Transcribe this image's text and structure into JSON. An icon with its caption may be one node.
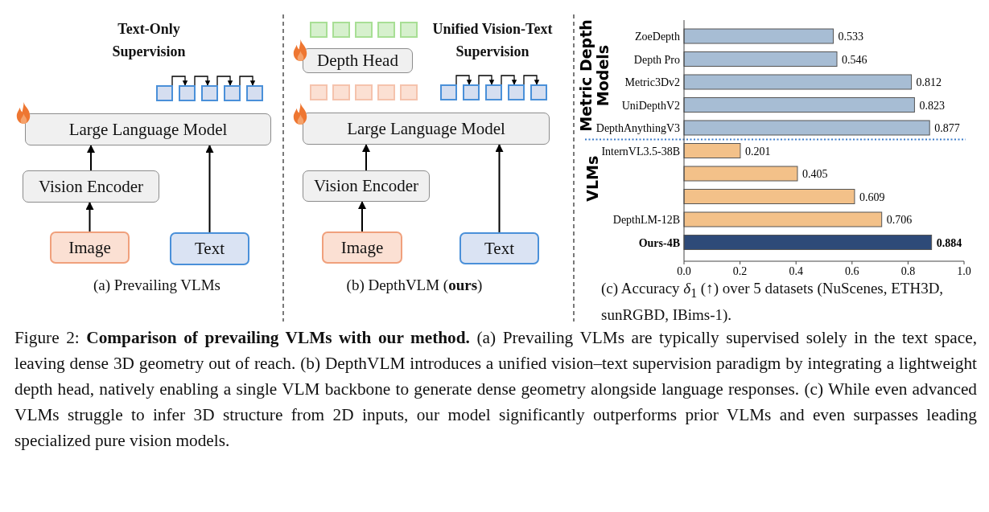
{
  "diagram": {
    "caption": "Figure 2: **Comparison of prevailing VLMs with our method.** (a) Prevailing VLMs are typically supervised solely in the text space, leaving dense 3D geometry out of reach. (b) DepthVLM introduces a unified vision–text supervision paradigm by integrating a lightweight depth head, natively enabling a single VLM backbone to generate dense geometry alongside language responses. (c) While even advanced VLMs struggle to infer 3D structure from 2D inputs, our model significantly outperforms prior VLMs and even surpasses leading specialized pure vision models.",
    "nodes": [
      {
        "text": [
          "Large Language Model"
        ]
      },
      {
        "text": [
          "Vision Encoder"
        ]
      },
      {
        "text": [
          "Image"
        ]
      },
      {
        "text": [
          "Text"
        ]
      },
      {
        "text": [],
        "shape": "box"
      },
      {
        "text": [],
        "shape": "box"
      },
      {
        "text": [],
        "shape": "box"
      },
      {
        "text": [],
        "shape": "box"
      },
      {
        "text": [],
        "shape": "box"
      },
      {
        "text": [],
        "shape": "box"
      },
      {
        "text": [],
        "shape": "box"
      },
      {
        "text": [],
        "shape": "box"
      },
      {
        "text": [],
        "shape": "box"
      },
      {
        "text": [],
        "shape": "box"
      },
      {
        "text": [
          "Depth Head"
        ]
      },
      {
        "text": [],
        "shape": "box"
      },
      {
        "text": [],
        "shape": "box"
      },
      {
        "text": [],
        "shape": "box"
      },
      {
        "text": [],
        "shape": "box"
      },
      {
        "text": [],
        "shape": "box"
      },
      {
        "text": [],
        "shape": "box"
      },
      {
        "text": [],
        "shape": "box"
      },
      {
        "text": [],
        "shape": "box"
      },
      {
        "text": [],
        "shape": "box"
      },
      {
        "text": [],
        "shape": "box"
      },
      {
        "text": [
          "Large Language Model"
        ]
      },
      {
        "text": [
          "Vision Encoder"
        ]
      },
      {
        "text": [
          "Image"
        ]
      },
      {
        "text": [
          "Text"
        ]
      }
    ],
    "edges": [
      {
        "from": 2,
        "to": 1,
        "arrow": "to"
      },
      {
        "from": 1,
        "to": 0,
        "arrow": "to"
      },
      {
        "from": 3,
        "to": 0,
        "arrow": "to"
      },
      {
        "from": 4,
        "to": 5,
        "arrow": "to"
      },
      {
        "from": 5,
        "to": 6,
        "arrow": "to"
      },
      {
        "from": 6,
        "to": 7,
        "arrow": "to"
      },
      {
        "from": 7,
        "to": 8,
        "arrow": "to"
      },
      {
        "from": 27,
        "to": 26,
        "arrow": "to"
      },
      {
        "from": 26,
        "to": 25,
        "arrow": "to"
      },
      {
        "from": 28,
        "to": 25,
        "arrow": "to"
      },
      {
        "from": 20,
        "to": 21,
        "arrow": "to"
      },
      {
        "from": 21,
        "to": 22,
        "arrow": "to"
      },
      {
        "from": 22,
        "to": 23,
        "arrow": "to"
      },
      {
        "from": 23,
        "to": 24,
        "arrow": "to"
      }
    ],
    "labels": [
      "Text-Only Supervision",
      "Unified Vision-Text Supervision",
      "(a) Prevailing VLMs",
      "(b) DepthVLM (**ours**)",
      "(c) Accuracy *δ*$_{1}$ (↑) over 5 datasets (NuScenes, ETH3D, sunRGBD, IBims-1).",
      "Metric Depth Models",
      "VLMs"
    ],
    "chart_data": {
      "type": "bar",
      "orientation": "horizontal",
      "stacked": true,
      "data_labels": true,
      "categories": [
        "ZoeDepth",
        "Depth Pro",
        "Metric3Dv2",
        "UniDepthV2",
        "DepthAnythingV3",
        "InternVL3.5-38B",
        null,
        null,
        "DepthLM-12B",
        "Ours-4B"
      ],
      "series": [
        {
          "color": "#a7bdd4",
          "values": [
            0.533,
            0.546,
            0.812,
            0.823,
            0.877,
            null,
            null,
            null,
            null,
            null
          ]
        },
        {
          "color": "#f3c189",
          "values": [
            null,
            null,
            null,
            null,
            null,
            0.201,
            0.405,
            0.609,
            0.706,
            null
          ]
        },
        {
          "color": "#2e4a78",
          "values": [
            null,
            null,
            null,
            null,
            null,
            null,
            null,
            null,
            null,
            0.884
          ]
        }
      ],
      "xlim": [
        0,
        1
      ],
      "xticks": [
        {
          "value": 0,
          "label": "0.0"
        },
        {
          "value": 0.2,
          "label": "0.2"
        },
        {
          "value": 0.4,
          "label": "0.4"
        },
        {
          "value": 0.6,
          "label": "0.6"
        },
        {
          "value": 0.8,
          "label": "0.8"
        },
        {
          "value": 1,
          "label": "1.0"
        }
      ]
    }
  }
}
